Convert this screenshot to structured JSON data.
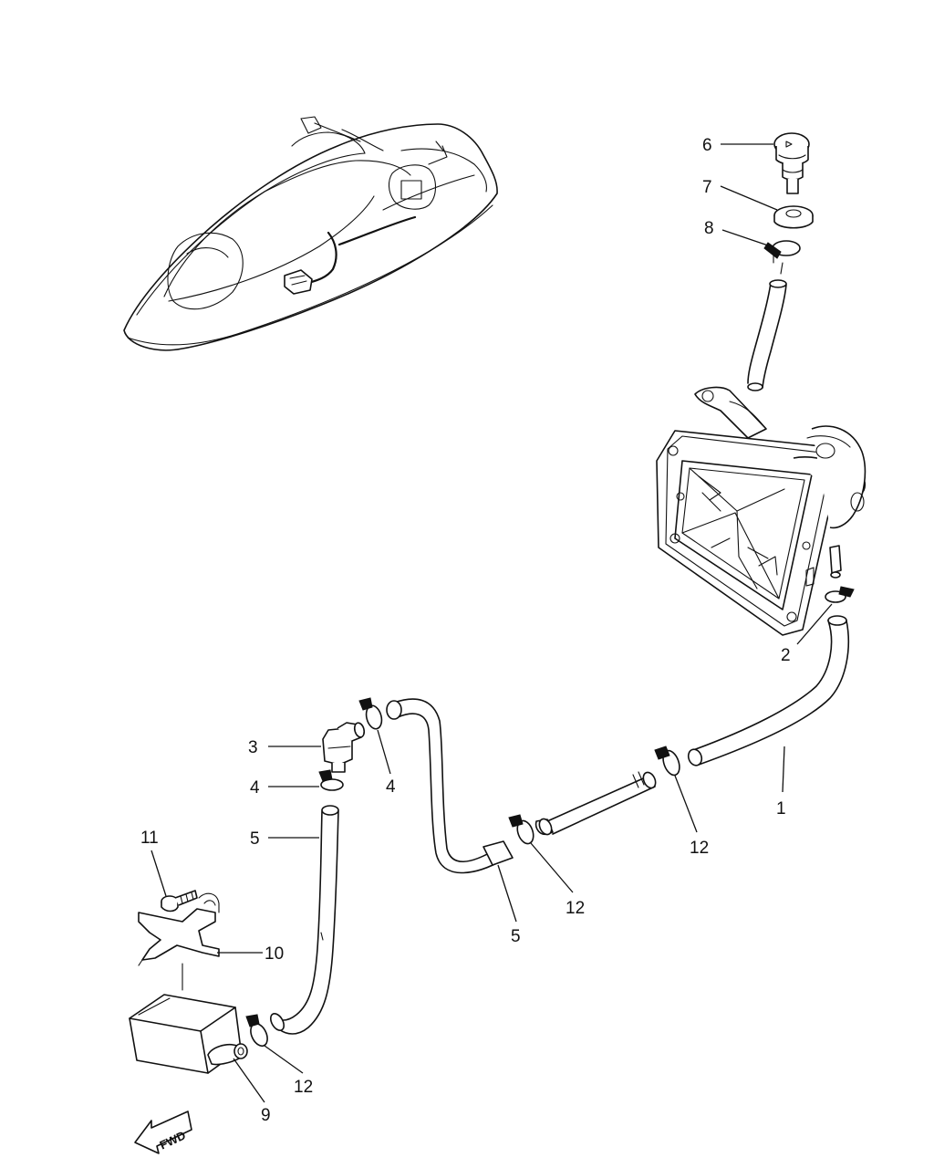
{
  "callouts": [
    {
      "id": "c1",
      "text": "1"
    },
    {
      "id": "c2",
      "text": "2"
    },
    {
      "id": "c3",
      "text": "3"
    },
    {
      "id": "c4a",
      "text": "4"
    },
    {
      "id": "c4b",
      "text": "4"
    },
    {
      "id": "c5a",
      "text": "5"
    },
    {
      "id": "c5b",
      "text": "5"
    },
    {
      "id": "c6",
      "text": "6"
    },
    {
      "id": "c7",
      "text": "7"
    },
    {
      "id": "c8",
      "text": "8"
    },
    {
      "id": "c9",
      "text": "9"
    },
    {
      "id": "c10",
      "text": "10"
    },
    {
      "id": "c11",
      "text": "11"
    },
    {
      "id": "c12a",
      "text": "12"
    },
    {
      "id": "c12b",
      "text": "12"
    },
    {
      "id": "c12c",
      "text": "12"
    }
  ],
  "direction_arrow": {
    "text": "FWD"
  }
}
